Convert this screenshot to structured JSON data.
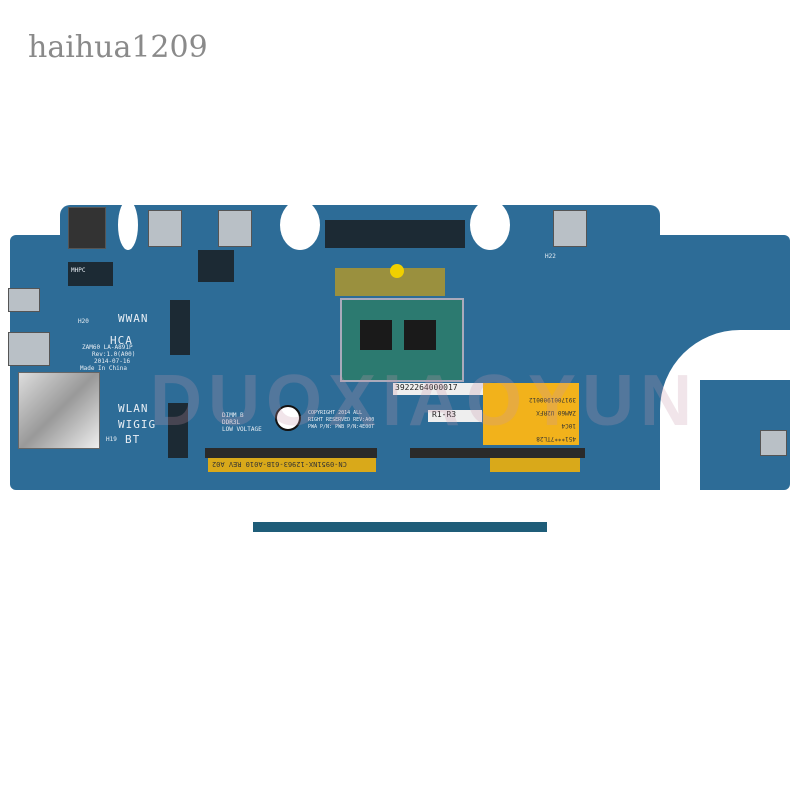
{
  "watermark": "haihua1209",
  "overlay_watermark": "DUOXIAOYUN",
  "board": {
    "chip_label": "MHPC",
    "silkscreen": {
      "wwan": "WWAN",
      "hca": "HCA",
      "model": "ZAM60 LA-A891P",
      "rev": "Rev:1.0(A00)",
      "date": "2014-07-16",
      "origin": "Made In China",
      "wlan": "WLAN",
      "wigig": "WIGIG",
      "bt": "BT",
      "h20": "H20",
      "h19": "H19",
      "h22": "H22",
      "dimm_b": "DIMM B",
      "ddr": "DDR3L",
      "low_voltage": "LOW VOLTAGE",
      "copyright": "COPYRIGHT 2014 ALL RIGHT RESERVED REV:A00 PWA P/N: PWB P/N:4E00T"
    },
    "dimm_label": "CN-0951NX-12963-61B-A010 REV A02",
    "serial_sticker": "3922264000017",
    "yellow_sticker": [
      "451***7TL28",
      "10C4",
      "ZAM60 U2RFX",
      "3917001900012"
    ],
    "small_sticker": "R1-R3"
  },
  "colors": {
    "pcb": "#2d6c97",
    "label": "#f2b21b"
  }
}
